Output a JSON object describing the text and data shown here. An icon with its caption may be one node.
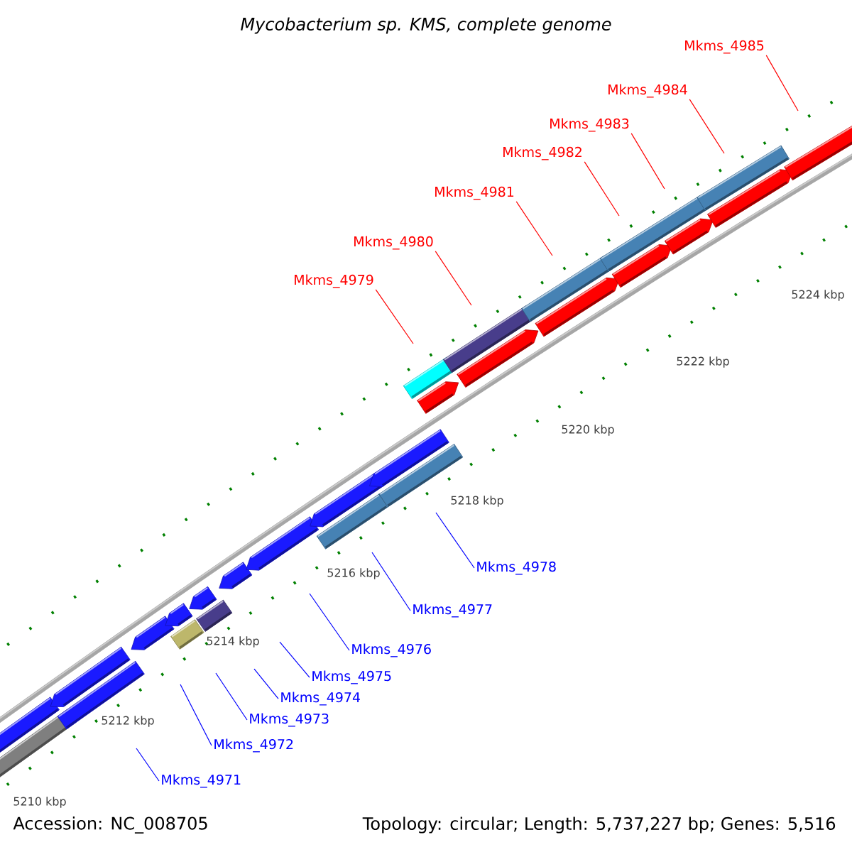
{
  "diagram": {
    "title": "Mycobacterium sp. KMS, complete genome",
    "nodes": [
      {
        "text": [
          "Mkms_4985"
        ]
      },
      {
        "text": [
          "Mkms_4984"
        ]
      },
      {
        "text": [
          "Mkms_4983"
        ]
      },
      {
        "text": [
          "Mkms_4982"
        ]
      },
      {
        "text": [
          "Mkms_4981"
        ]
      },
      {
        "text": [
          "Mkms_4980"
        ]
      },
      {
        "text": [
          "Mkms_4979"
        ]
      },
      {
        "text": [
          "Mkms_4978"
        ]
      },
      {
        "text": [
          "Mkms_4977"
        ]
      },
      {
        "text": [
          "Mkms_4976"
        ]
      },
      {
        "text": [
          "Mkms_4975"
        ]
      },
      {
        "text": [
          "Mkms_4974"
        ]
      },
      {
        "text": [
          "Mkms_4973"
        ]
      },
      {
        "text": [
          "Mkms_4972"
        ]
      },
      {
        "text": [
          "Mkms_4971"
        ]
      }
    ],
    "edges": [
      {
        "from": 0,
        "to": null,
        "arrow": "none",
        "color": "#ff0000"
      },
      {
        "from": 1,
        "to": null,
        "arrow": "none",
        "color": "#ff0000"
      },
      {
        "from": 2,
        "to": null,
        "arrow": "none",
        "color": "#ff0000"
      },
      {
        "from": 3,
        "to": null,
        "arrow": "none",
        "color": "#ff0000"
      },
      {
        "from": 4,
        "to": null,
        "arrow": "none",
        "color": "#ff0000"
      },
      {
        "from": 5,
        "to": null,
        "arrow": "none",
        "color": "#ff0000"
      },
      {
        "from": 6,
        "to": null,
        "arrow": "none",
        "color": "#ff0000"
      },
      {
        "from": 7,
        "to": null,
        "arrow": "none",
        "color": "#0000ff"
      },
      {
        "from": 8,
        "to": null,
        "arrow": "none",
        "color": "#0000ff"
      },
      {
        "from": 9,
        "to": null,
        "arrow": "none",
        "color": "#0000ff"
      },
      {
        "from": 10,
        "to": null,
        "arrow": "none",
        "color": "#0000ff"
      },
      {
        "from": 11,
        "to": null,
        "arrow": "none",
        "color": "#0000ff"
      },
      {
        "from": 12,
        "to": null,
        "arrow": "none",
        "color": "#0000ff"
      },
      {
        "from": 13,
        "to": null,
        "arrow": "none",
        "color": "#0000ff"
      },
      {
        "from": 14,
        "to": null,
        "arrow": "none",
        "color": "#0000ff"
      }
    ],
    "labels": [
      "5224 kbp",
      "5222 kbp",
      "5220 kbp",
      "5218 kbp",
      "5216 kbp",
      "5214 kbp",
      "5212 kbp",
      "5210 kbp",
      "Accession: NC_008705",
      "Topology: circular; Length: 5,737,227 bp; Genes: 5,516"
    ]
  }
}
